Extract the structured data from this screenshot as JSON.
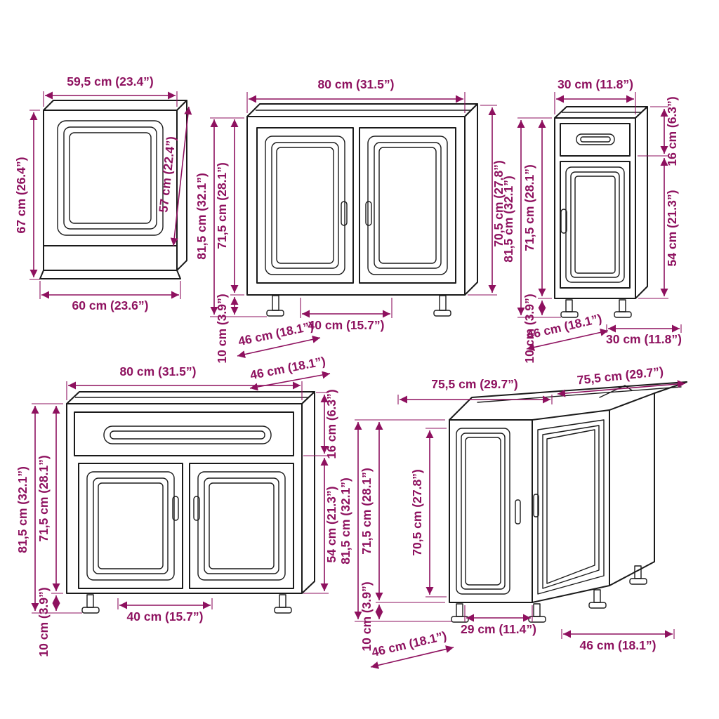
{
  "diagram": {
    "colors": {
      "dimension": "#8e115f",
      "line": "#1a1a1a",
      "background": "#ffffff"
    }
  },
  "wall_cabinet": {
    "width_top": "59,5 cm (23.4”)",
    "height_left": "67 cm (26.4”)",
    "width_bottom": "60 cm (23.6”)",
    "height_side": "57 cm (22.4”)"
  },
  "sink_base_cabinet": {
    "width_top": "80 cm (31.5”)",
    "interior_height": "70,5 cm (27.8”)",
    "body_height": "71,5 cm (28.1”)",
    "total_height": "81,5 cm (32.1”)",
    "leg_height": "10 cm (3.9”)",
    "interior_width": "40 cm (15.7”)",
    "depth": "46 cm (18.1”)"
  },
  "narrow_base_cabinet": {
    "width_top": "30 cm (11.8”)",
    "drawer_height": "16 cm (6.3”)",
    "door_height": "54 cm (21.3”)",
    "body_height": "71,5 cm (28.1”)",
    "total_height": "81,5 cm (32.1”)",
    "leg_height": "10 cm (3.9”)",
    "depth": "46 cm (18.1”)",
    "width_bottom": "30 cm (11.8”)"
  },
  "drawer_base_cabinet": {
    "width_top": "80 cm (31.5”)",
    "depth": "46 cm (18.1”)",
    "drawer_height": "16 cm (6.3”)",
    "door_height": "54 cm (21.3”)",
    "total_height": "81,5 cm (32.1”)",
    "body_height": "71,5 cm (28.1”)",
    "leg_height": "10 cm (3.9”)",
    "interior_width": "40 cm (15.7”)"
  },
  "corner_base_cabinet": {
    "width_top_left": "75,5 cm (29.7”)",
    "width_top_right": "75,5 cm (29.7”)",
    "total_height": "81,5 cm (32.1”)",
    "body_height": "71,5 cm (28.1”)",
    "interior_height": "70,5 cm (27.8”)",
    "leg_height": "10 cm (3.9”)",
    "interior_width": "29 cm (11.4”)",
    "depth": "46 cm (18.1”)",
    "width_bottom": "46 cm (18.1”)"
  }
}
